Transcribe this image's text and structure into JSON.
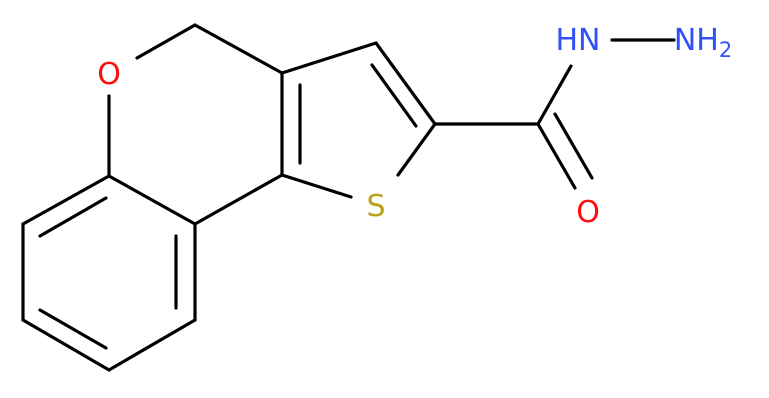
{
  "molecule": {
    "atoms": [
      {
        "id": "O_ring",
        "label": "O",
        "color": "#ff0d0d"
      },
      {
        "id": "S_ring",
        "label": "S",
        "color": "#b8a21a"
      },
      {
        "id": "O_carbonyl",
        "label": "O",
        "color": "#ff0d0d"
      },
      {
        "id": "N_hydrazide",
        "label": "HN",
        "color": "#3050f8"
      },
      {
        "id": "N_amine",
        "label": "NH",
        "subscript": "2",
        "color": "#3050f8"
      }
    ],
    "bond_color": "#000000"
  }
}
